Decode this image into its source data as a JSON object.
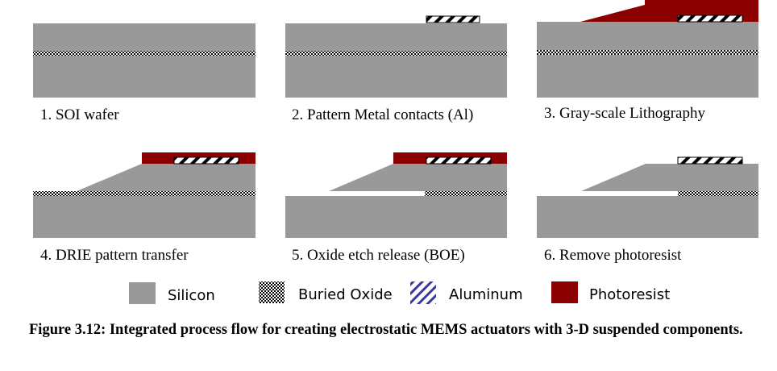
{
  "steps": [
    {
      "label": "1. SOI wafer"
    },
    {
      "label": "2. Pattern Metal contacts (Al)"
    },
    {
      "label": "3. Gray-scale Lithography"
    },
    {
      "label": "4. DRIE pattern transfer"
    },
    {
      "label": "5. Oxide etch release (BOE)"
    },
    {
      "label": "6. Remove photoresist"
    }
  ],
  "legend": [
    {
      "label": "Silicon",
      "material": "silicon"
    },
    {
      "label": "Buried Oxide",
      "material": "buried-oxide"
    },
    {
      "label": "Aluminum",
      "material": "aluminum"
    },
    {
      "label": "Photoresist",
      "material": "photoresist"
    }
  ],
  "caption": "Figure 3.12: Integrated process flow for creating electrostatic MEMS actuators with 3-D suspended components.",
  "colors": {
    "silicon": "#999999",
    "photoresist": "#8b0000",
    "aluminum_stripe": "#3a3a9e",
    "checker_dark": "#000000",
    "checker_light": "#ffffff"
  }
}
